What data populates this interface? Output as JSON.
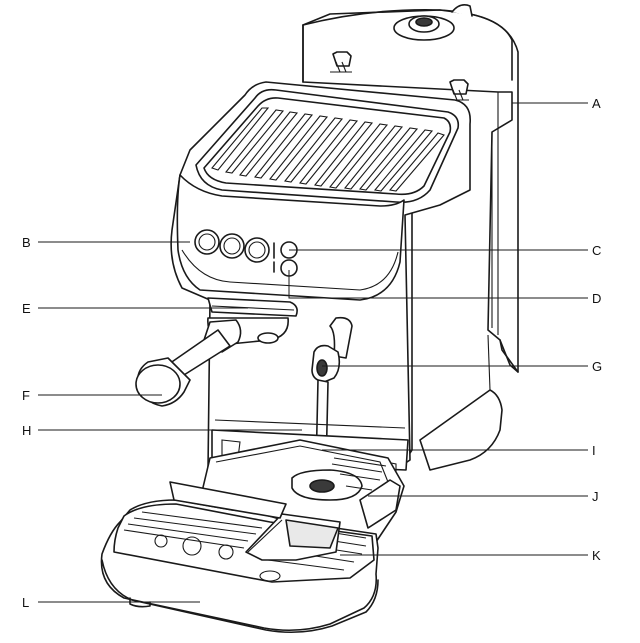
{
  "diagram": {
    "labels": {
      "A": "A",
      "B": "B",
      "C": "C",
      "D": "D",
      "E": "E",
      "F": "F",
      "G": "G",
      "H": "H",
      "I": "I",
      "J": "J",
      "K": "K",
      "L": "L"
    }
  },
  "colors": {
    "line": "#1a1a1a",
    "shade": "#e9e9e9",
    "dark": "#3a3a3a",
    "background": "#ffffff"
  }
}
